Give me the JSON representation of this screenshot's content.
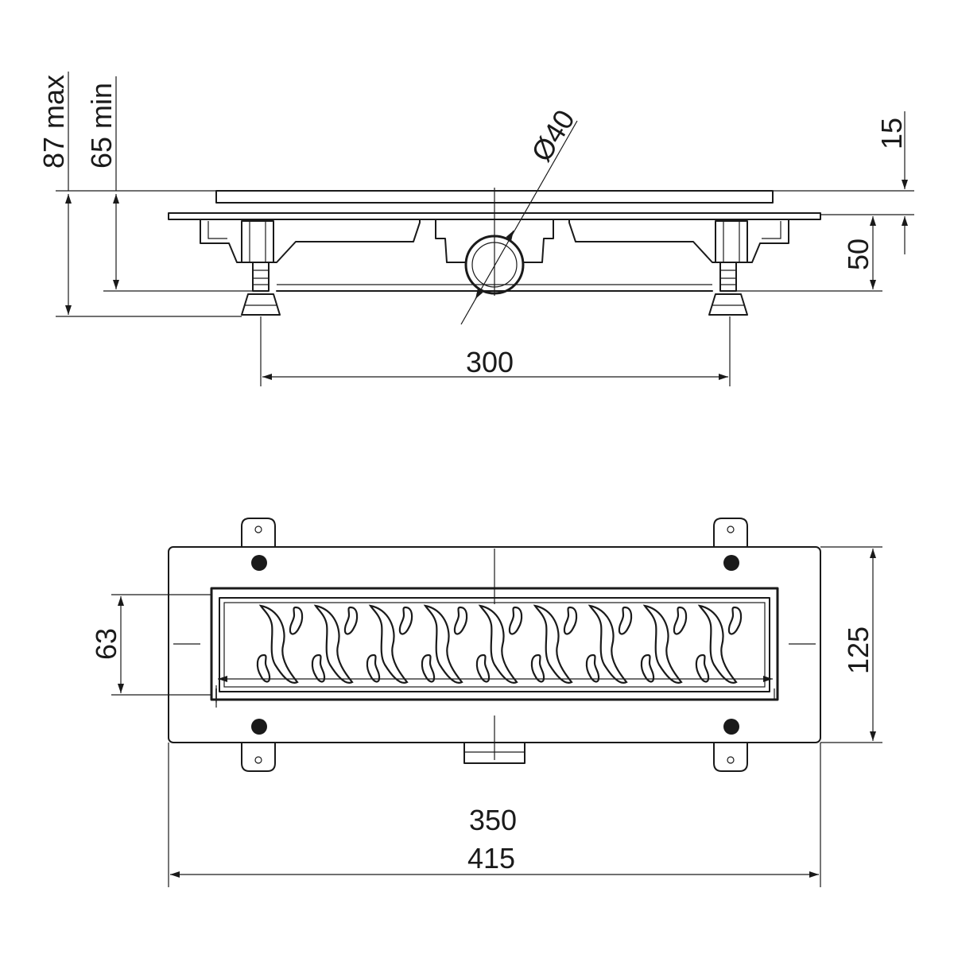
{
  "drawing": {
    "side_view": {
      "dim_total_height": "87 max",
      "dim_min_height": "65 min",
      "dim_outlet_diameter": "Ø40",
      "dim_top_offset": "15",
      "dim_body_height": "50",
      "dim_feet_spacing": "300"
    },
    "top_view": {
      "dim_grate_width": "63",
      "dim_frame_width": "125",
      "dim_grate_length": "350",
      "dim_frame_length": "415",
      "grate_slot_columns": 9
    }
  }
}
